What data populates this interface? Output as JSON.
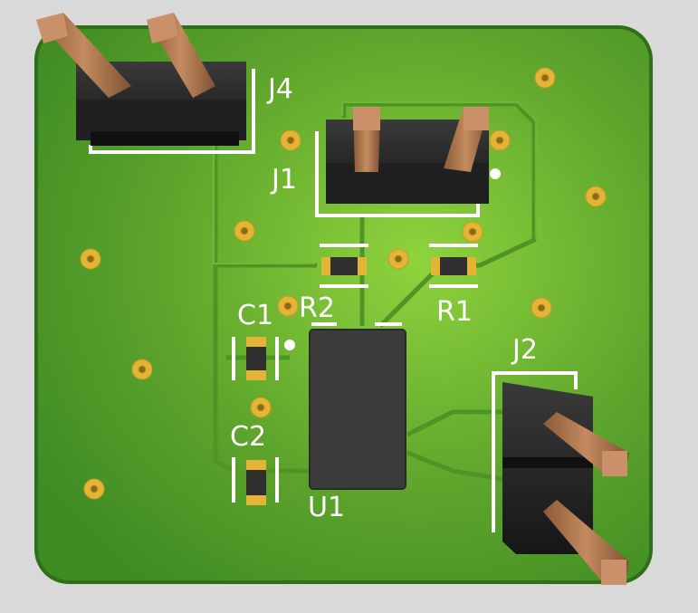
{
  "board": {
    "colors": {
      "background": "#d9d9d9",
      "board_light": "#8ccf3a",
      "board_dark": "#3f8a22",
      "edge": "#2f6e1a",
      "silkscreen": "#ffffff",
      "pad": "#e3b436",
      "header_body": "#2b2b2b",
      "pin": "#b07a52",
      "ic_body": "#3c3c3c",
      "trace": "#5aa02a"
    },
    "labels": {
      "j4": "J4",
      "j1": "J1",
      "j2": "J2",
      "r1": "R1",
      "r2": "R2",
      "c1": "C1",
      "c2": "C2",
      "u1": "U1"
    },
    "components": [
      {
        "ref": "J4",
        "type": "2-pin header",
        "icon": "pin-header"
      },
      {
        "ref": "J1",
        "type": "2-pin header",
        "icon": "pin-header"
      },
      {
        "ref": "J2",
        "type": "2-pin header",
        "icon": "pin-header"
      },
      {
        "ref": "R1",
        "type": "SMD resistor",
        "icon": "smd-resistor"
      },
      {
        "ref": "R2",
        "type": "SMD resistor",
        "icon": "smd-resistor"
      },
      {
        "ref": "C1",
        "type": "SMD capacitor",
        "icon": "smd-capacitor"
      },
      {
        "ref": "C2",
        "type": "SMD capacitor",
        "icon": "smd-capacitor"
      },
      {
        "ref": "U1",
        "type": "IC package",
        "icon": "ic-chip"
      }
    ]
  }
}
